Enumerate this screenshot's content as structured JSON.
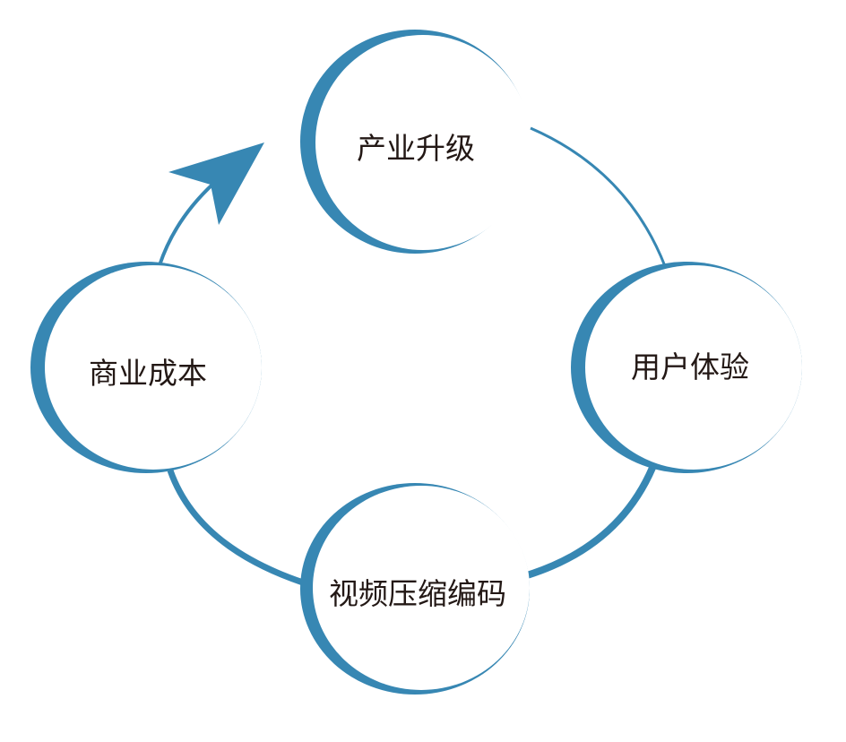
{
  "nodes": {
    "top": "产业升级",
    "right": "用户体验",
    "bottom": "视频压缩编码",
    "left": "商业成本"
  },
  "colors": {
    "accent": "#3787b3",
    "text": "#231815"
  }
}
